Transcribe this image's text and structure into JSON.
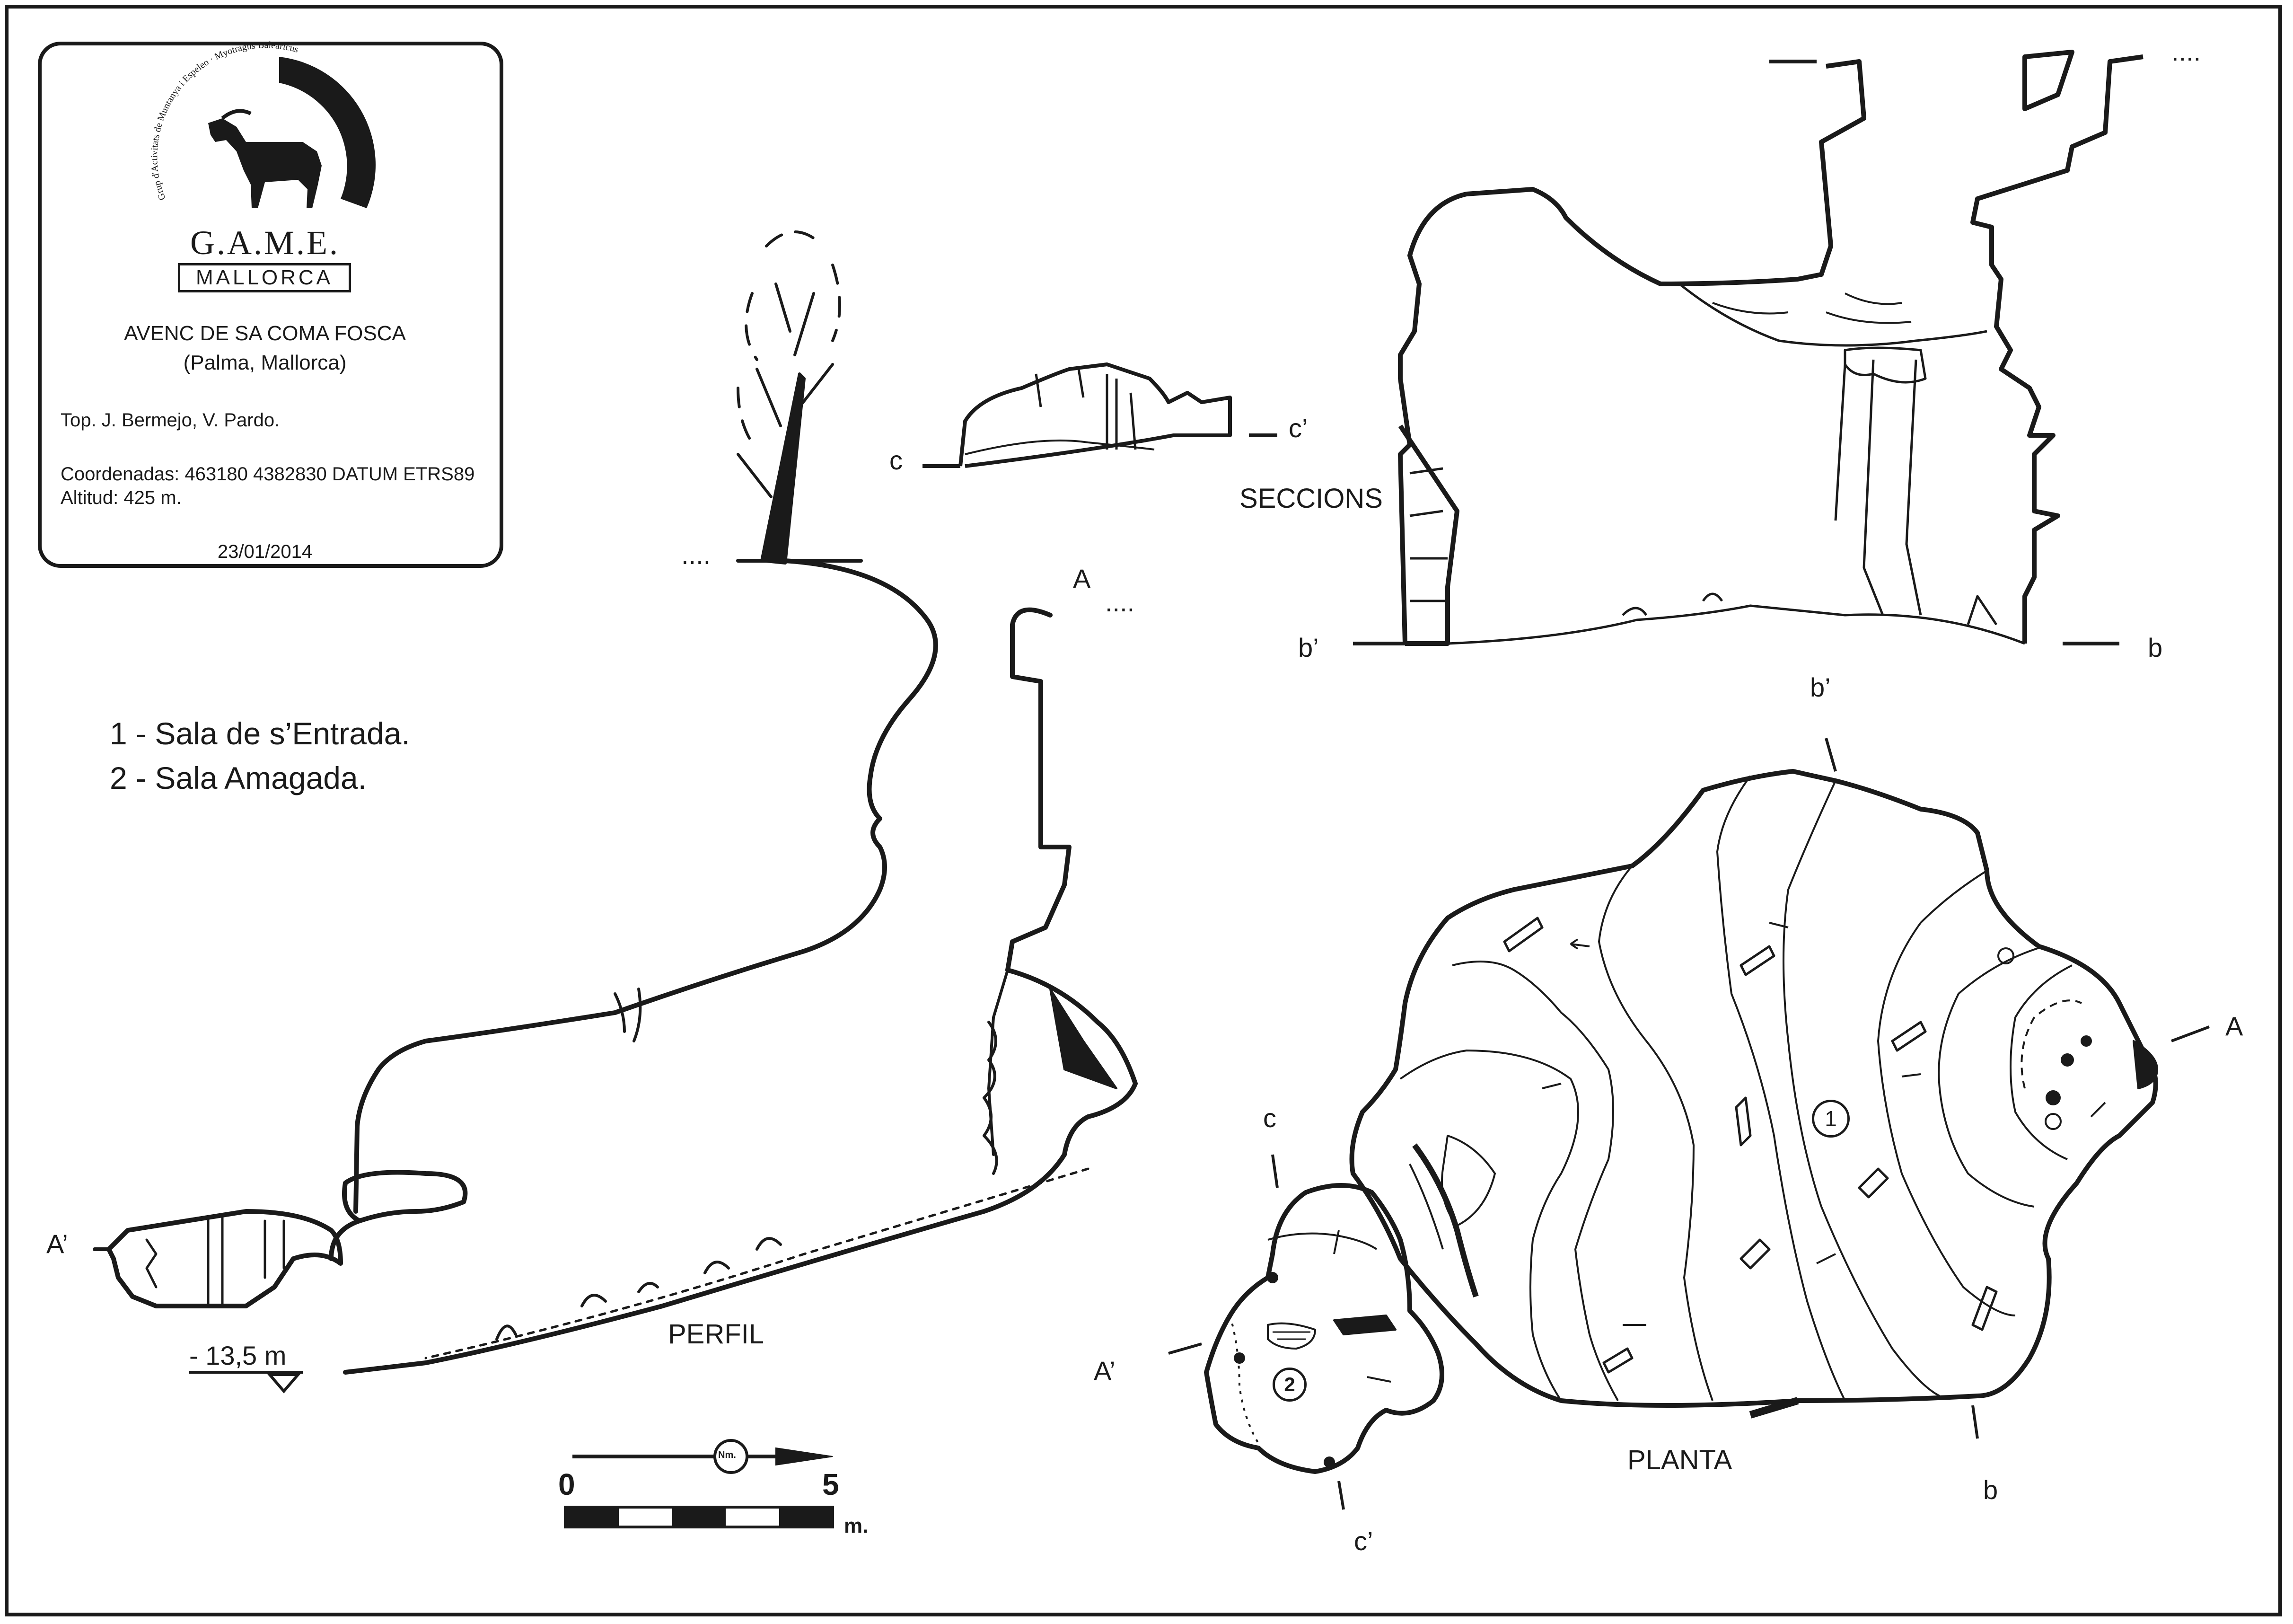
{
  "logo": {
    "arc_text": "Grup d'Activitats de Muntanya i Espeleo · Myotragus Balearicus",
    "club_name": "G.A.M.E.",
    "region": "MALLORCA"
  },
  "info": {
    "cave_name": "AVENC DE SA COMA FOSCA",
    "location": "(Palma, Mallorca)",
    "surveyors": "Top.  J. Bermejo,  V. Pardo.",
    "coordinates": "Coordenadas: 463180 4382830 DATUM ETRS89",
    "altitude": "Altitud: 425 m.",
    "date": "23/01/2014"
  },
  "legend": [
    "1 - Sala de s’Entrada.",
    "2 - Sala Amagada."
  ],
  "profile": {
    "caption": "PERFIL",
    "depth": "- 13,5 m",
    "label_a": "A",
    "label_a_prime": "A’",
    "dots": "...."
  },
  "sections": {
    "caption": "SECCIONS",
    "label_c": "c",
    "label_c_prime": "c’",
    "label_b": "b",
    "label_b_prime": "b’",
    "dots": "...."
  },
  "plan": {
    "caption": "PLANTA",
    "label_a": "A",
    "label_a_prime": "A’",
    "label_b": "b",
    "label_b_prime": "b’",
    "label_c": "c",
    "label_c_prime": "c’",
    "room_1": "1",
    "room_2": "2"
  },
  "scale": {
    "start": "0",
    "end": "5",
    "unit": "m.",
    "north_marker": "Nm."
  },
  "colors": {
    "ink": "#1a1a1a",
    "paper": "#ffffff"
  }
}
